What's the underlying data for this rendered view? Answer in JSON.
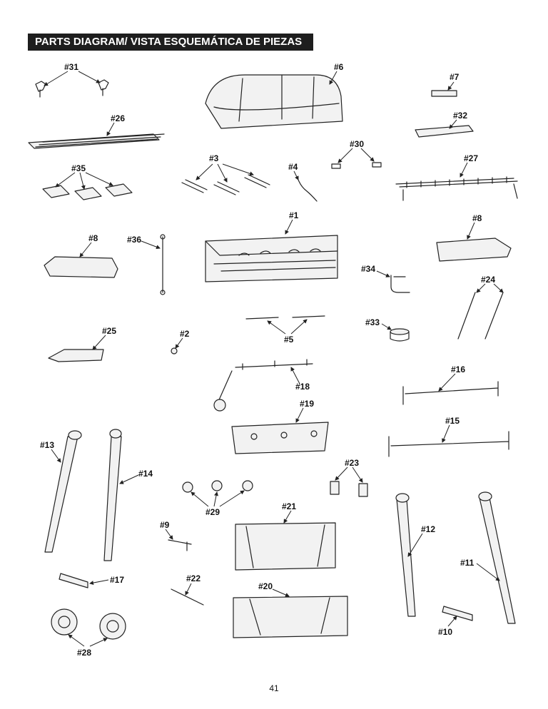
{
  "banner": "PARTS DIAGRAM/ VISTA ESQUEMÁTICA DE PIEZAS",
  "page_number": "41",
  "labels": {
    "p31": "#31",
    "p6": "#6",
    "p7": "#7",
    "p26": "#26",
    "p32": "#32",
    "p3": "#3",
    "p30": "#30",
    "p35": "#35",
    "p4": "#4",
    "p27": "#27",
    "p1": "#1",
    "p8a": "#8",
    "p8b": "#8",
    "p36": "#36",
    "p34": "#34",
    "p24": "#24",
    "p33": "#33",
    "p25": "#25",
    "p2": "#2",
    "p5": "#5",
    "p16": "#16",
    "p18": "#18",
    "p19": "#19",
    "p15": "#15",
    "p13": "#13",
    "p14": "#14",
    "p23": "#23",
    "p29": "#29",
    "p21": "#21",
    "p12": "#12",
    "p9": "#9",
    "p11": "#11",
    "p17": "#17",
    "p22": "#22",
    "p20": "#20",
    "p10": "#10",
    "p28": "#28"
  }
}
